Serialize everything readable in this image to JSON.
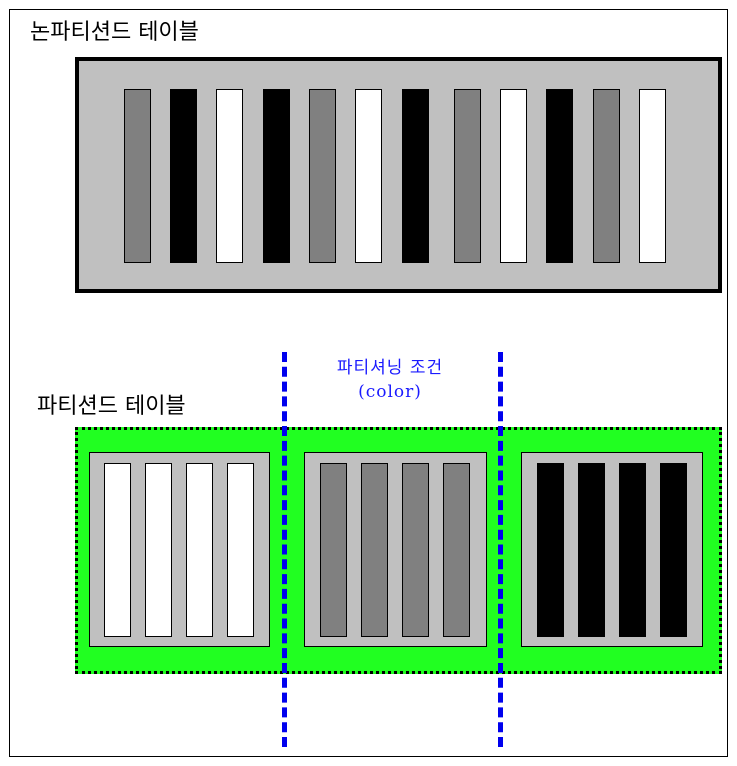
{
  "titles": {
    "nonpartitioned": "논파티션드 테이블",
    "partitioned": "파티션드 테이블"
  },
  "condition": {
    "line1": "파티셔닝 조건",
    "line2": "(color)"
  },
  "colors": {
    "gray": "#808080",
    "black": "#000000",
    "white": "#ffffff",
    "table_bg": "#c0c0c0",
    "partition_bg": "#21ff21",
    "divider": "#0000ee"
  },
  "nonpartitioned_rows": [
    "gray",
    "black",
    "white",
    "black",
    "gray",
    "white",
    "black",
    "gray",
    "white",
    "black",
    "gray",
    "white"
  ],
  "partitions": [
    {
      "color": "white",
      "rows": 4
    },
    {
      "color": "gray",
      "rows": 4
    },
    {
      "color": "black",
      "rows": 4
    }
  ]
}
